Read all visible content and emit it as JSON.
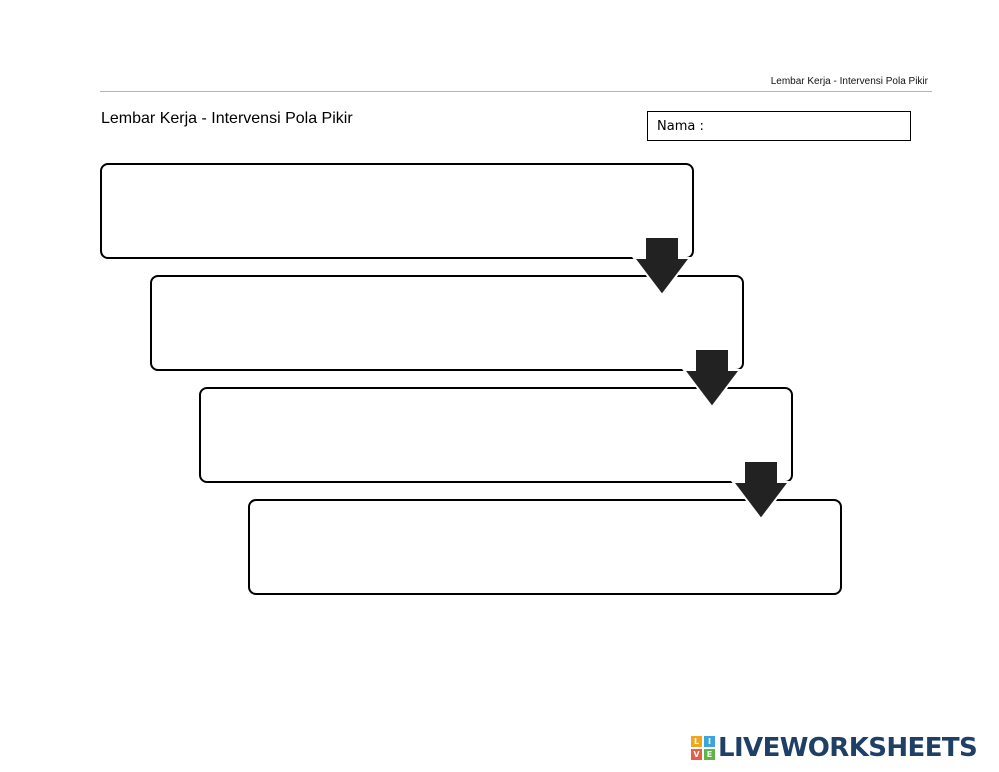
{
  "header": {
    "title": "Lembar Kerja - Intervensi Pola Pikir"
  },
  "worksheet": {
    "title": "Lembar Kerja - Intervensi Pola Pikir",
    "name_label": "Nama :"
  },
  "steps": [
    {
      "value": ""
    },
    {
      "value": ""
    },
    {
      "value": ""
    },
    {
      "value": ""
    }
  ],
  "colors": {
    "arrow": "#222222",
    "brand_text": "#1f3f67",
    "brand_tile_1": "#f2a61d",
    "brand_tile_2": "#3da4dc",
    "brand_tile_3": "#e85c4a",
    "brand_tile_4": "#5fb546"
  },
  "brand": {
    "letters": [
      "L",
      "I",
      "V",
      "E"
    ],
    "name": "LIVEWORKSHEETS"
  },
  "icons": {
    "arrow": "arrow-down-icon",
    "logo": "liveworksheets-logo-icon"
  }
}
